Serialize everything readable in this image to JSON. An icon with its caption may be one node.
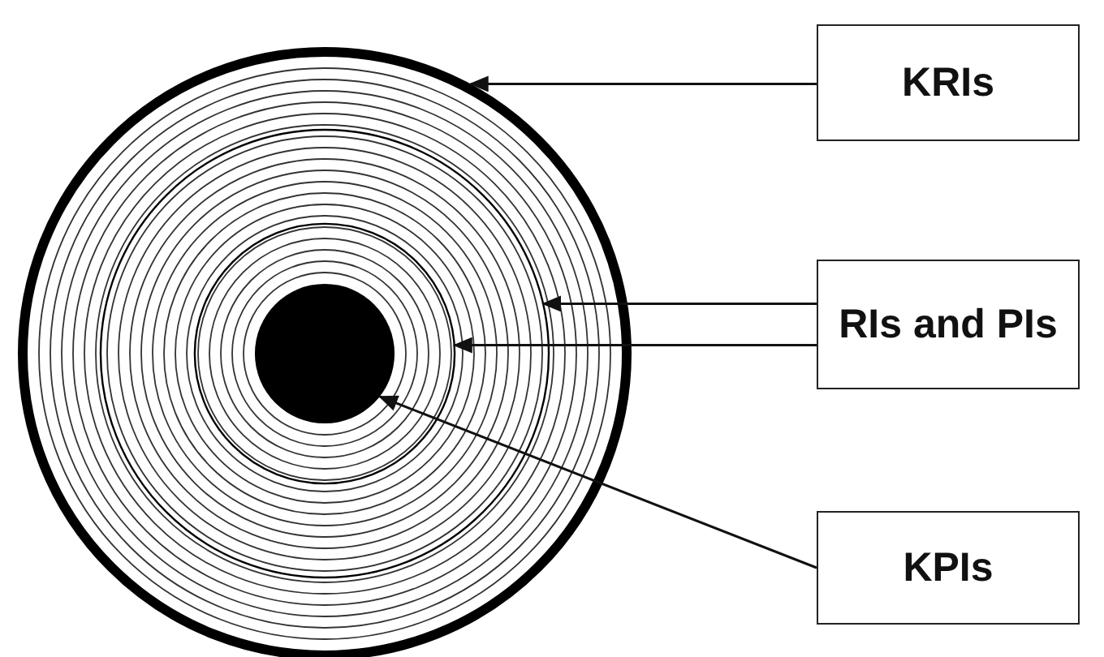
{
  "diagram": {
    "nodes": [
      {
        "text": [],
        "shape": "circle"
      },
      {
        "text": [],
        "shape": "circle",
        "in": 0
      },
      {
        "text": [],
        "shape": "circle",
        "in": 1
      },
      {
        "text": [],
        "shape": "circle",
        "in": 2
      },
      {
        "text": [
          "KRIs"
        ]
      },
      {
        "text": [
          "RIs and PIs"
        ]
      },
      {
        "text": [
          "KPIs"
        ]
      }
    ],
    "edges": [
      {
        "from": 4,
        "to": 0,
        "arrow": "to"
      },
      {
        "from": 5,
        "to": 1,
        "arrow": "to"
      },
      {
        "from": 5,
        "to": 2,
        "arrow": "to"
      },
      {
        "from": 6,
        "to": 3,
        "arrow": "to"
      }
    ]
  }
}
